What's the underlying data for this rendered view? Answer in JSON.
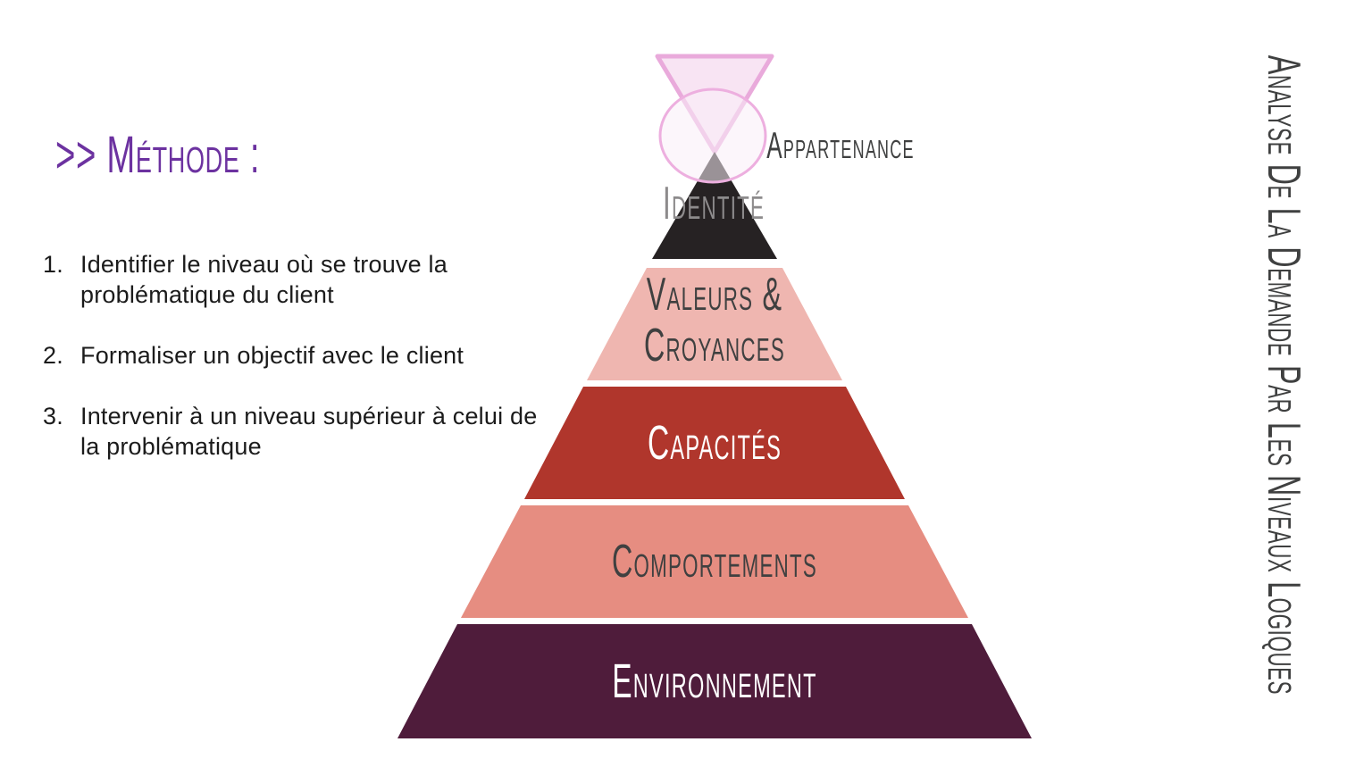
{
  "slide": {
    "heading": ">> Méthode :",
    "steps": [
      {
        "num": "1.",
        "text": "Identifier le niveau où se trouve la problématique du client"
      },
      {
        "num": "2.",
        "text": "Formaliser un objectif avec le client"
      },
      {
        "num": "3.",
        "text": "Intervenir à un niveau supérieur à celui de la problématique"
      }
    ],
    "vertical_title": "Analyse De La Demande Par Les Niveaux Logiques"
  },
  "pyramid": {
    "labels": {
      "appartenance": "Appartenance",
      "identite": "Identité",
      "valeurs_line1": "Valeurs &",
      "valeurs_line2": "Croyances",
      "capacites": "Capacités",
      "comportements": "Comportements",
      "environnement": "Environnement"
    },
    "colors": {
      "heading_purple": "#6C32A0",
      "list_text": "#1B1B1B",
      "label_dark_gray": "#3F4040",
      "identite_label_gray": "#8D8B8C",
      "identite_triangle": "#262223",
      "valeurs_band": "#EFB6B0",
      "capacites_band": "#B0362C",
      "comportements_band": "#E68D81",
      "environnement_band": "#4F1C3B",
      "symbol_triangle_fill": "#F8E4F3",
      "symbol_triangle_stroke": "#E9AADB",
      "symbol_circle_fill": "#FAEEF8",
      "symbol_circle_stroke": "#EDAFDF",
      "band_text_white": "#FFFFFF",
      "background": "#FFFFFF"
    }
  }
}
